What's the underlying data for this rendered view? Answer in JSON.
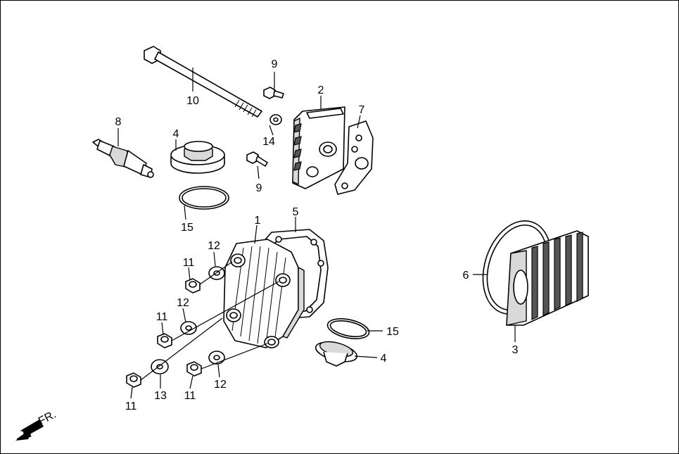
{
  "diagram": {
    "direction_label": "FR.",
    "callouts": [
      "1",
      "2",
      "3",
      "4",
      "4",
      "5",
      "6",
      "7",
      "8",
      "9",
      "9",
      "10",
      "11",
      "11",
      "11",
      "11",
      "12",
      "12",
      "12",
      "13",
      "14",
      "15",
      "15"
    ]
  },
  "colors": {
    "line": "#000000",
    "shade": "#d9d9d9",
    "dark": "#555555",
    "background": "#ffffff"
  },
  "icons": {
    "direction": "front-arrow-icon"
  }
}
